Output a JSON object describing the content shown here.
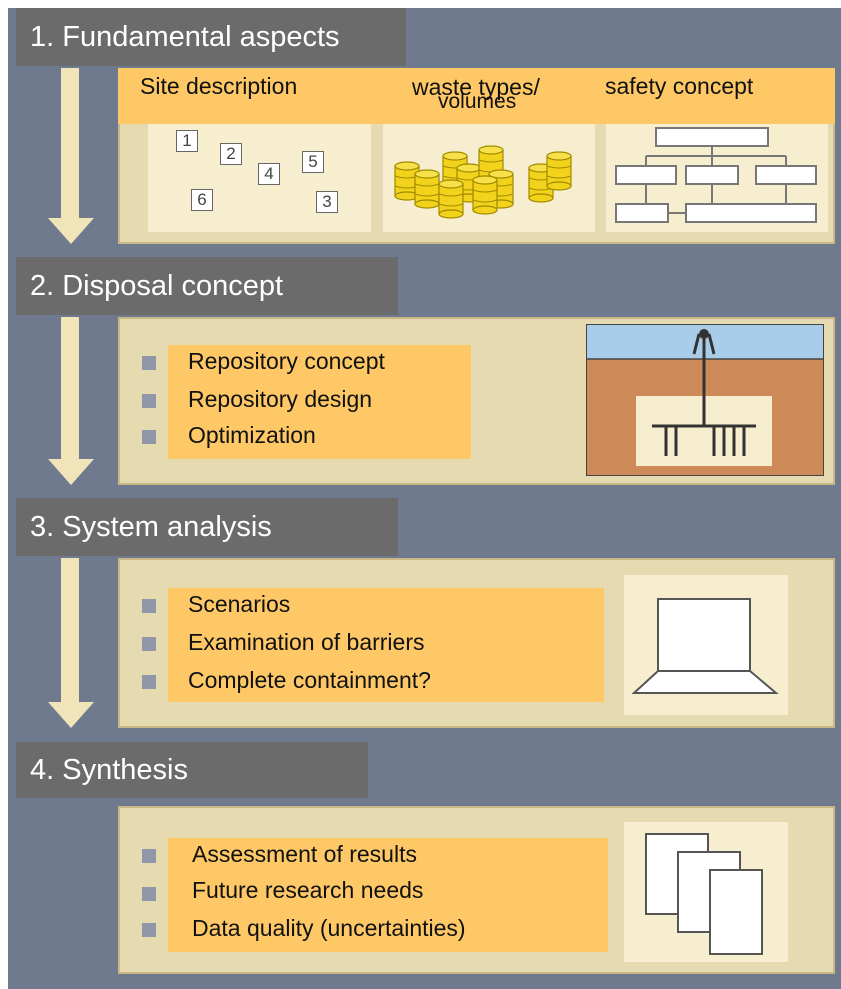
{
  "steps": [
    {
      "title": "1. Fundamental aspects"
    },
    {
      "title": "2. Disposal concept",
      "items": [
        "Repository concept",
        "Repository design",
        "Optimization"
      ]
    },
    {
      "title": "3. System analysis",
      "items": [
        "Scenarios",
        "Examination of barriers",
        "Complete containment?"
      ]
    },
    {
      "title": "4. Synthesis",
      "items": [
        "Assessment of results",
        "Future research needs",
        "Data quality (uncertainties)"
      ]
    }
  ],
  "fundamentals": {
    "site_description": "Site description",
    "waste_types_line1": "waste types/",
    "waste_types_line2": "volumes",
    "safety_concept": "safety concept",
    "site_numbers": [
      "1",
      "2",
      "4",
      "5",
      "6",
      "3"
    ]
  },
  "colors": {
    "background": "#6f7a8e",
    "header": "#6b6b6b",
    "panel": "#e6dab0",
    "highlight": "#fdc865",
    "barrel": "#f2d21a"
  },
  "icons": {
    "step1_site": "site-map-icon",
    "step1_waste": "waste-barrels-icon",
    "step1_safety": "flowchart-icon",
    "step2": "repository-cross-section-icon",
    "step3": "laptop-icon",
    "step4": "documents-icon"
  }
}
